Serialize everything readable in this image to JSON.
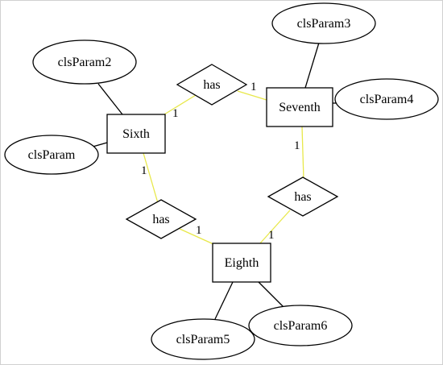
{
  "colors": {
    "relationship_edge": "#e8e84a",
    "attribute_edge": "#000000",
    "background": "#ffffff"
  },
  "entities": {
    "sixth": "Sixth",
    "seventh": "Seventh",
    "eighth": "Eighth"
  },
  "attributes": {
    "clsparam2": "clsParam2",
    "clsparam": "clsParam",
    "clsparam3": "clsParam3",
    "clsparam4": "clsParam4",
    "clsparam5": "clsParam5",
    "clsparam6": "clsParam6"
  },
  "relationships": {
    "top": "has",
    "right": "has",
    "left": "has"
  },
  "cardinalities": {
    "top_sixth": "1",
    "top_seventh": "1",
    "right_seventh": "1",
    "right_eighth": "1",
    "left_sixth": "1",
    "left_eighth": "1"
  }
}
